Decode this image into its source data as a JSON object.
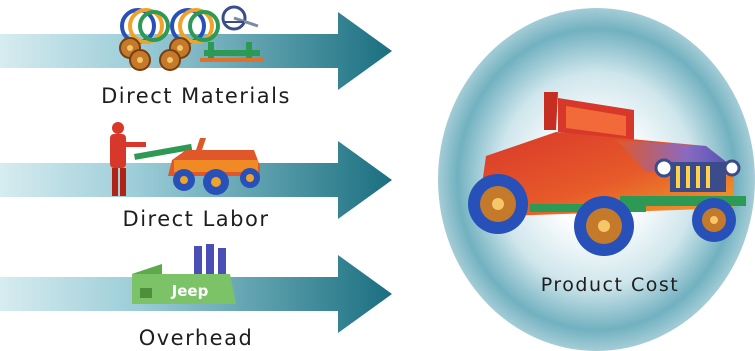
{
  "inputs": [
    {
      "label": "Direct Materials"
    },
    {
      "label": "Direct Labor"
    },
    {
      "label": "Overhead"
    }
  ],
  "factory_sign": "Jeep",
  "result": {
    "label": "Product Cost"
  },
  "colors": {
    "arrow_light": "#d6ecf0",
    "arrow_dark": "#1a6f80",
    "glow": "#72b1c0",
    "jeep_red": "#d8382a",
    "jeep_orange": "#f08a24",
    "wheel_blue": "#2750b8",
    "frame_green": "#2c9a54",
    "factory_green": "#7cc266"
  }
}
